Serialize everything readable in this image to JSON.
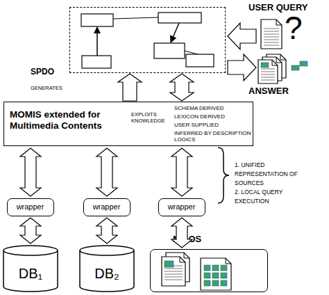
{
  "diagram": {
    "nodes": [
      {
        "text": [
          "SPDO"
        ]
      },
      {
        "text": [
          "USER QUERY",
          "?"
        ]
      },
      {
        "text": [
          "ANSWER"
        ]
      },
      {
        "text": [
          "MOMIS extended for Multimedia Contents",
          "EXPLOITS KNOWLEDGE",
          "SCHEMA DERIVED",
          "LEXICON DERIVED",
          "USER SUPPLIED",
          "INFERRED BY DESCRIPTION LOGICS"
        ]
      },
      {
        "text": [
          "wrapper"
        ]
      },
      {
        "text": [
          "wrapper"
        ]
      },
      {
        "text": [
          "wrapper"
        ]
      },
      {
        "text": [
          "DB₁"
        ]
      },
      {
        "text": [
          "DB₂"
        ]
      },
      {
        "text": [
          "MILOS"
        ]
      }
    ],
    "edges": [
      {
        "from": 3,
        "to": 0,
        "arrow": "to",
        "label": "GENERATES"
      },
      {
        "from": 3,
        "to": 0,
        "arrow": "both"
      },
      {
        "from": 1,
        "to": 0,
        "arrow": "to"
      },
      {
        "from": 0,
        "to": 2,
        "arrow": "to"
      },
      {
        "from": 3,
        "to": 4,
        "arrow": "both"
      },
      {
        "from": 3,
        "to": 5,
        "arrow": "both"
      },
      {
        "from": 3,
        "to": 6,
        "arrow": "both"
      },
      {
        "from": 4,
        "to": 7,
        "arrow": "both"
      },
      {
        "from": 5,
        "to": 8,
        "arrow": "both"
      },
      {
        "from": 6,
        "to": 9,
        "arrow": "both"
      }
    ],
    "labels": [
      "1. UNIFIED REPRESENTATION OF SOURCES",
      "2. LOCAL QUERY EXECUTION"
    ]
  }
}
